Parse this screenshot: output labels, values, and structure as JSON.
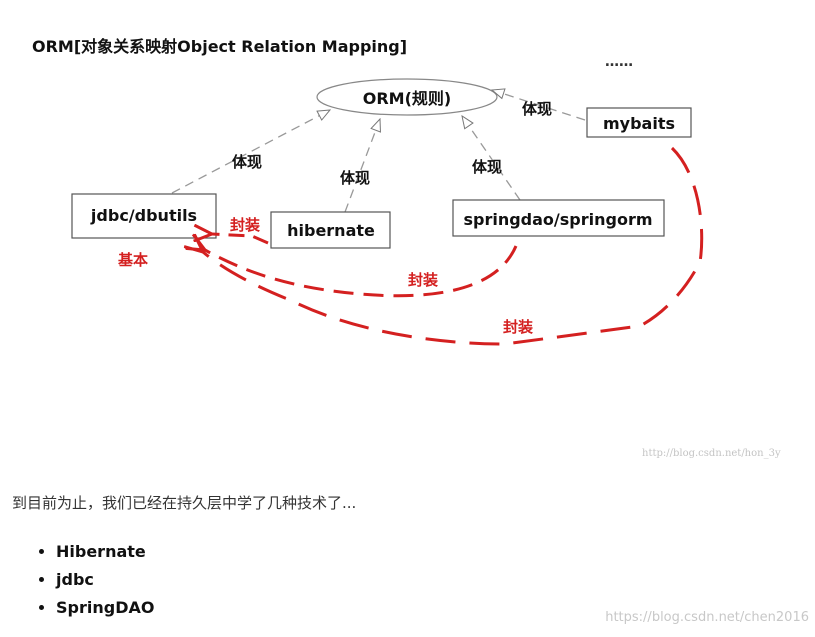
{
  "diagram": {
    "title": "ORM[对象关系映射Object Relation Mapping]",
    "ellipsis": "……",
    "center_node": "ORM(规则)",
    "nodes": {
      "jdbc": "jdbc/dbutils",
      "hibernate": "hibernate",
      "springdao": "springdao/springorm",
      "mybaits": "mybaits"
    },
    "edge_labels": {
      "embody_jdbc": "体现",
      "embody_hibernate": "体现",
      "embody_springdao": "体现",
      "embody_mybaits": "体现"
    },
    "annotations": {
      "wrap_hibernate": "封装",
      "wrap_springdao": "封装",
      "wrap_mybaits": "封装",
      "basic": "基本"
    },
    "image_watermark": "http://blog.csdn.net/hon_3y",
    "colors": {
      "annotation": "#d42020",
      "line": "#8a8a8a",
      "box_border": "#444444"
    }
  },
  "text": {
    "intro": "到目前为止，我们已经在持久层中学了几种技术了...",
    "list": [
      "Hibernate",
      "jdbc",
      "SpringDAO"
    ]
  },
  "watermark": "https://blog.csdn.net/chen2016"
}
